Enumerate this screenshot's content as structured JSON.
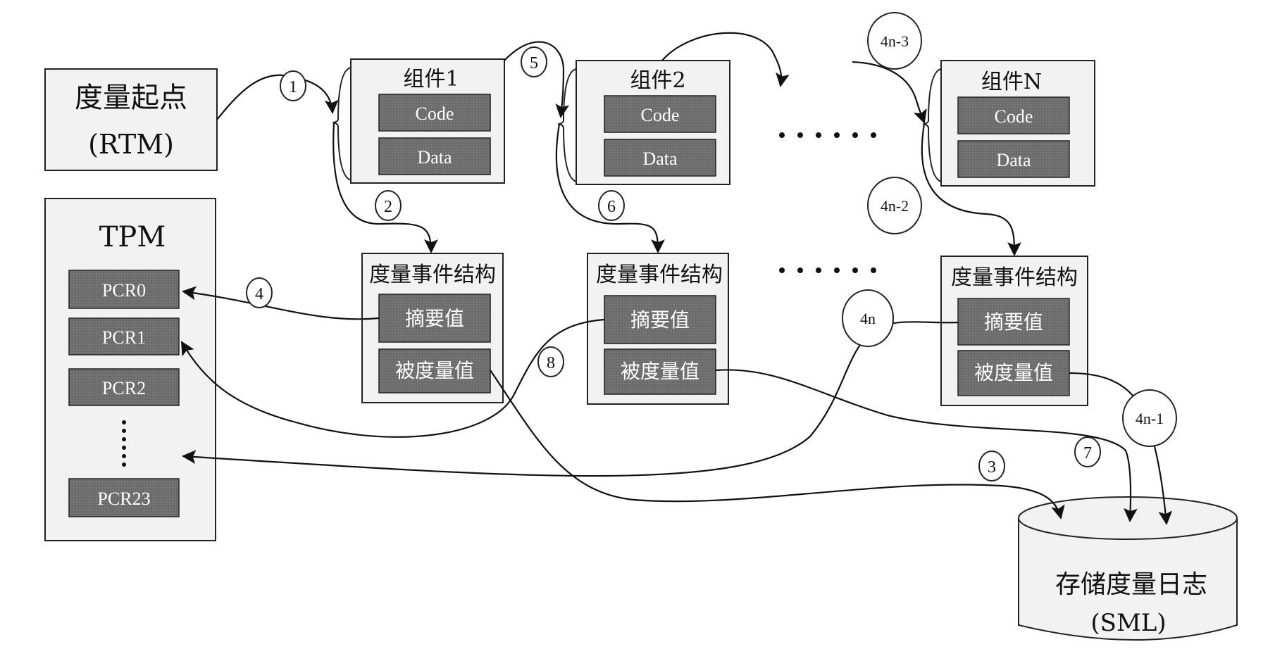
{
  "rtm": {
    "title": "度量起点",
    "subtitle": "(RTM)"
  },
  "tpm": {
    "title": "TPM",
    "pcrs": [
      "PCR0",
      "PCR1",
      "PCR2",
      "PCR23"
    ],
    "ellipsis": "⋮"
  },
  "components": [
    {
      "title": "组件1",
      "code": "Code",
      "data": "Data"
    },
    {
      "title": "组件2",
      "code": "Code",
      "data": "Data"
    },
    {
      "title": "组件N",
      "code": "Code",
      "data": "Data"
    }
  ],
  "events": [
    {
      "title": "度量事件结构",
      "digest": "摘要值",
      "measured": "被度量值"
    },
    {
      "title": "度量事件结构",
      "digest": "摘要值",
      "measured": "被度量值"
    },
    {
      "title": "度量事件结构",
      "digest": "摘要值",
      "measured": "被度量值"
    }
  ],
  "sml": {
    "title": "存储度量日志",
    "subtitle": "(SML)"
  },
  "ellipsis_dots": "· · · · · ·",
  "step_labels": {
    "s1": "1",
    "s2": "2",
    "s3": "3",
    "s4": "4",
    "s5": "5",
    "s6": "6",
    "s7": "7",
    "s8": "8",
    "sn3": "4n-3",
    "sn2": "4n-2",
    "sn1": "4n-1",
    "sn": "4n"
  },
  "colors": {
    "cell_fill": "#6f6f6f",
    "box_fill": "#f2f2f2",
    "stroke": "#222222"
  }
}
